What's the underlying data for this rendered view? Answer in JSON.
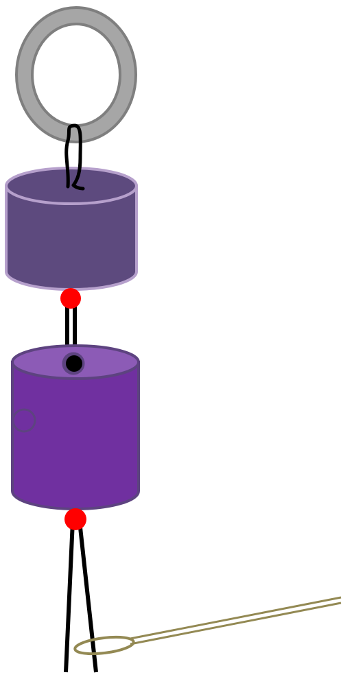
{
  "colors": {
    "background": "#ffffff",
    "ring_fill": "#a6a6a6",
    "ring_stroke": "#7f7f7f",
    "top_bead_body": "#5d4a7e",
    "top_bead_outline": "#b6a0cc",
    "bottom_bead_body": "#7030a0",
    "bottom_bead_top": "#8c5bb6",
    "bottom_bead_outline": "#5d4380",
    "cord": "#000000",
    "knot": "#ff0000",
    "needle": "#938953"
  },
  "parts": [
    {
      "name": "key-ring",
      "icon": "ring-icon"
    },
    {
      "name": "top-bead",
      "icon": "cylinder-bead-icon"
    },
    {
      "name": "bottom-bead",
      "icon": "cylinder-bead-icon"
    },
    {
      "name": "knot",
      "icon": "dot-icon",
      "count": 2
    },
    {
      "name": "cord",
      "icon": "line-icon"
    },
    {
      "name": "threading-needle",
      "icon": "needle-icon"
    }
  ]
}
